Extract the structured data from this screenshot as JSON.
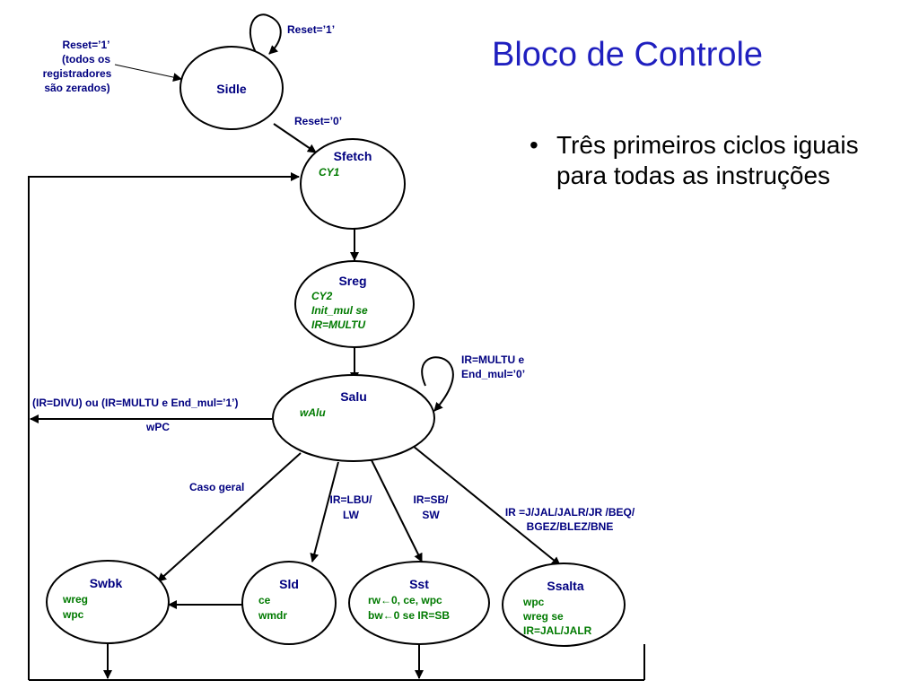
{
  "title": "Bloco de Controle",
  "bullets": [
    {
      "marker": "•",
      "text": "Três primeiros ciclos iguais para todas as instruções"
    }
  ],
  "states": {
    "sidle": {
      "name": "Sidle",
      "actions": []
    },
    "sfetch": {
      "name": "Sfetch",
      "actions": [
        "CY1"
      ]
    },
    "sreg": {
      "name": "Sreg",
      "actions": [
        "CY2",
        "Init_mul se",
        "IR=MULTU"
      ]
    },
    "salu": {
      "name": "Salu",
      "actions": [
        "wAlu"
      ]
    },
    "swbk": {
      "name": "Swbk",
      "actions": [
        "wreg",
        "wpc"
      ]
    },
    "sld": {
      "name": "Sld",
      "actions": [
        "ce",
        "wmdr"
      ]
    },
    "sst": {
      "name": "Sst",
      "actions": [
        "rw←0, ce, wpc",
        "bw←0 se IR=SB"
      ]
    },
    "ssalta": {
      "name": "Ssalta",
      "actions": [
        "wpc",
        "wreg se",
        "IR=JAL/JALR"
      ]
    }
  },
  "transitions": {
    "reset1_loop": "Reset=’1’",
    "reset1_entry": [
      "Reset=’1’",
      "(todos os",
      "registradores",
      "são zerados)"
    ],
    "reset0": "Reset=’0’",
    "salu_loop": [
      "IR=MULTU e",
      "End_mul=’0’"
    ],
    "salu_back": "(IR=DIVU) ou (IR=MULTU e End_mul=’1’)",
    "salu_back_action": "wPC",
    "caso_geral": "Caso geral",
    "to_sld": [
      "IR=LBU/",
      "LW"
    ],
    "to_sst": [
      "IR=SB/",
      "SW"
    ],
    "to_ssalta": [
      "IR =J/JAL/JALR/JR /BEQ/",
      "BGEZ/BLEZ/BNE"
    ]
  }
}
